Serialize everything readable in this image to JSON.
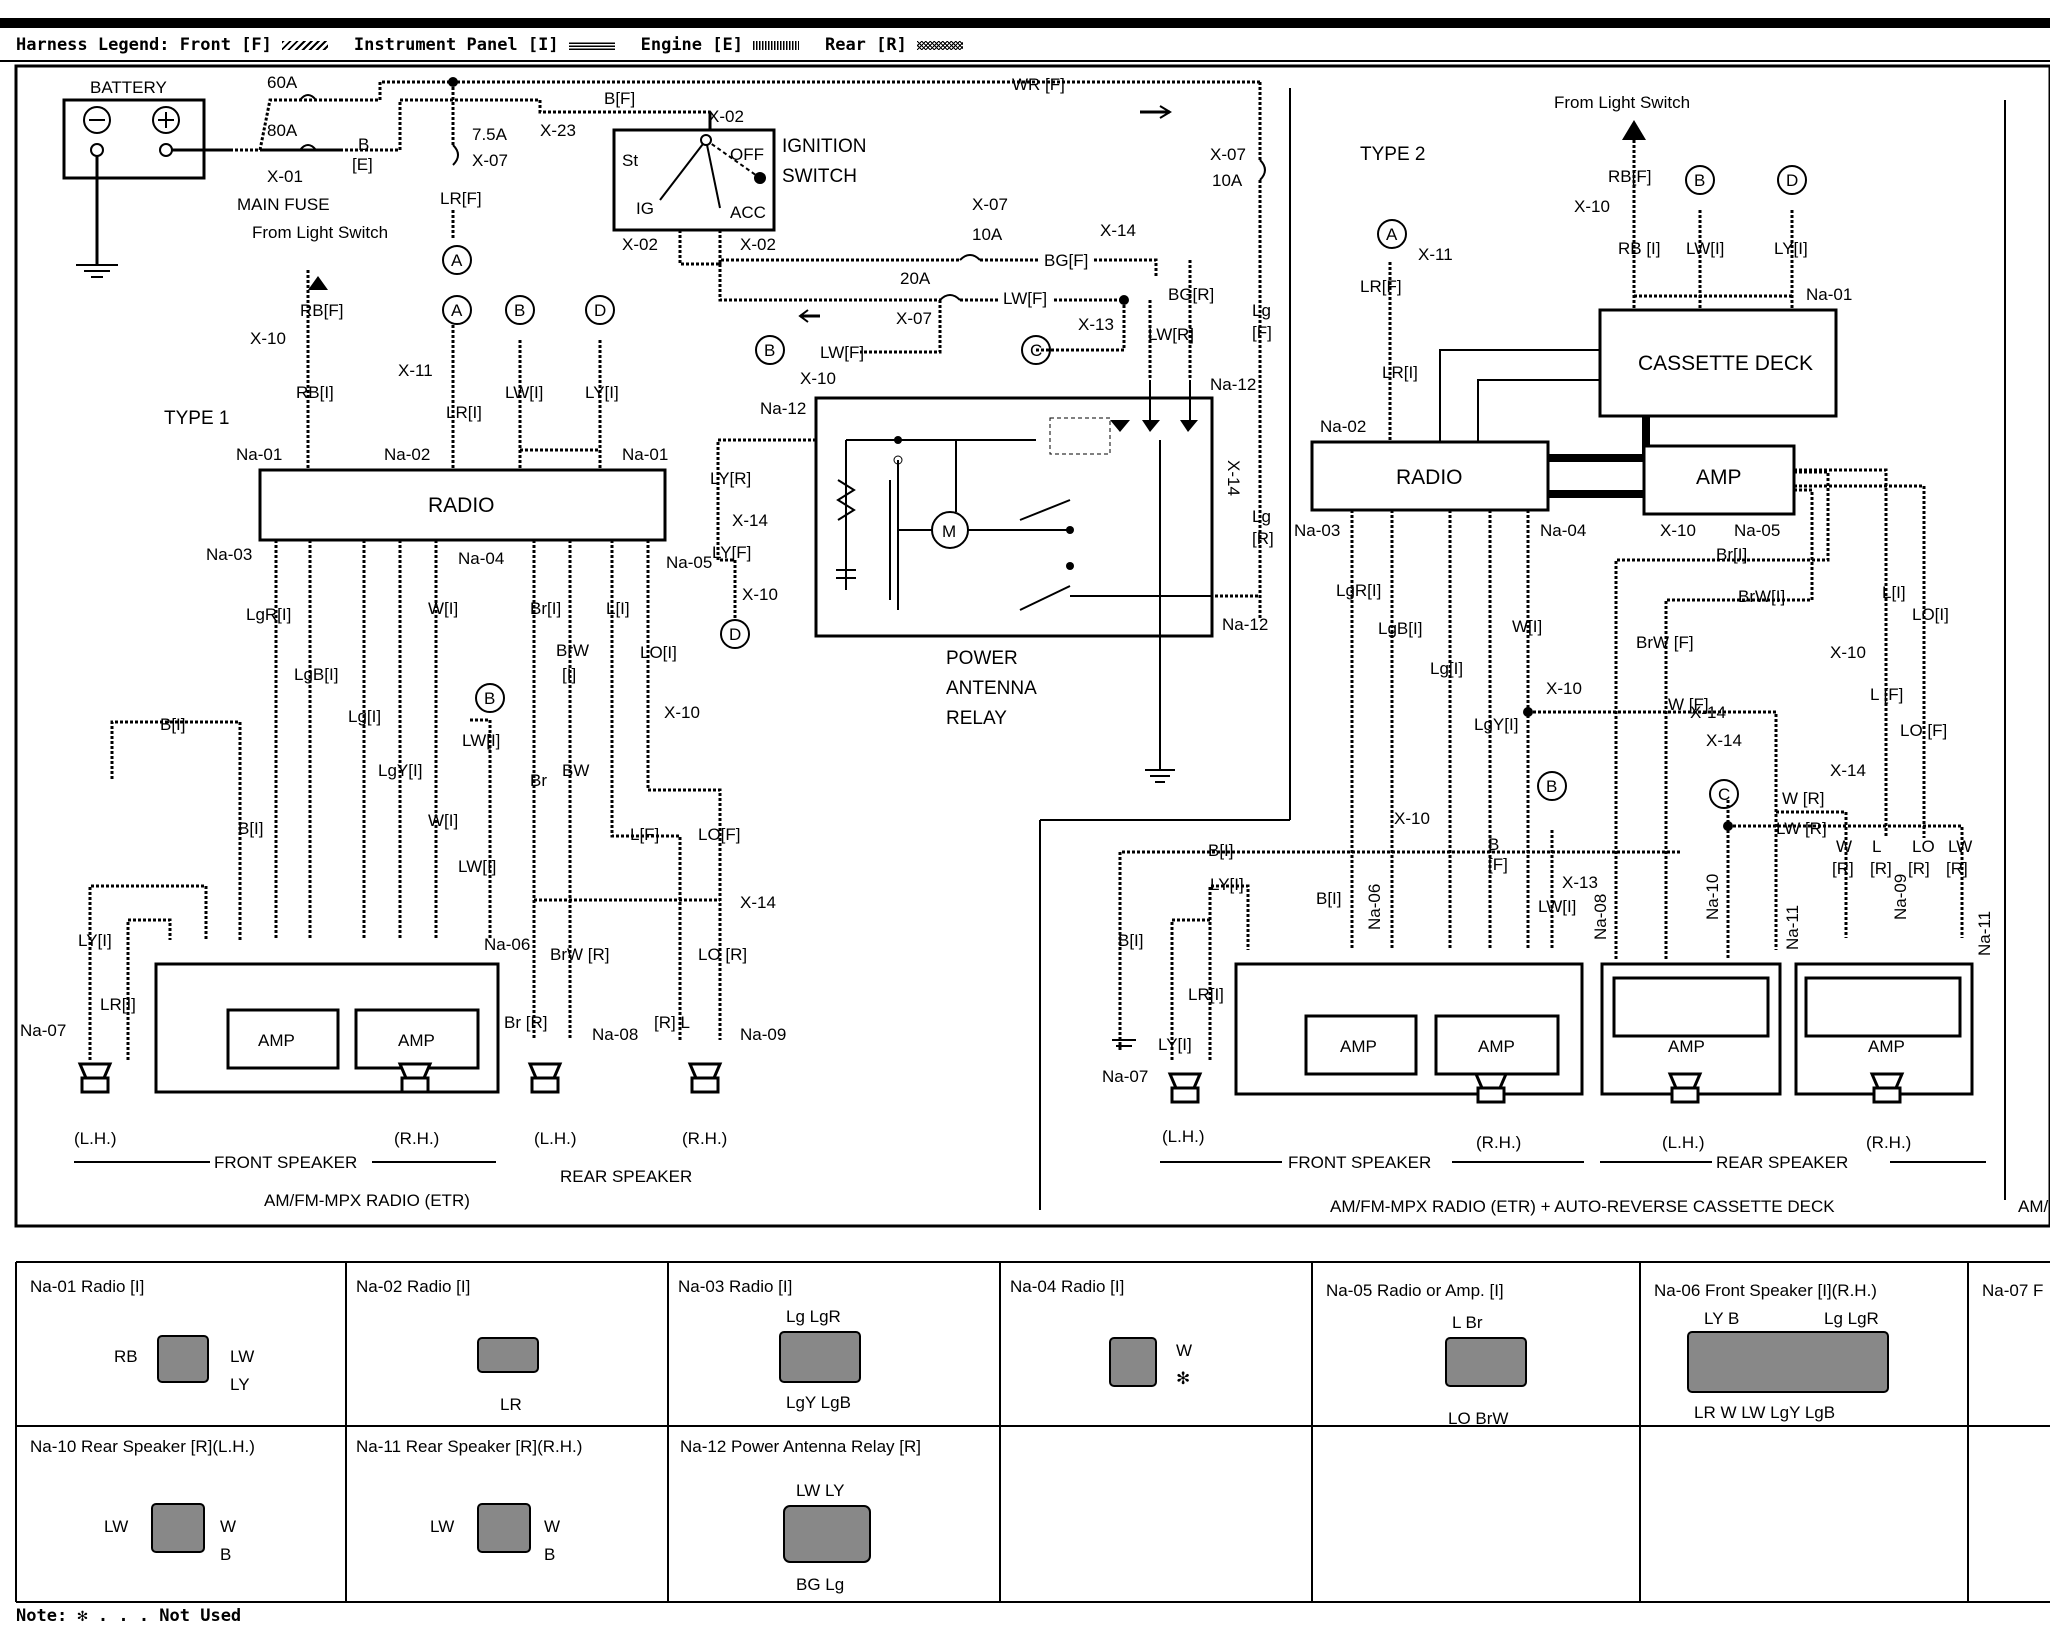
{
  "legend": {
    "prefix": "Harness Legend:",
    "front": "Front [F]",
    "instrument": "Instrument Panel [I]",
    "engine": "Engine [E]",
    "rear": "Rear [R]"
  },
  "power": {
    "battery": "BATTERY",
    "fuse_60a": "60A",
    "fuse_80a": "80A",
    "x01": "X-01",
    "main_fuse": "MAIN FUSE",
    "from_light_switch": "From Light Switch",
    "b_e": "B",
    "e_tag": "[E]",
    "fuse_75a": "7.5A",
    "x07": "X-07",
    "lr_f": "LR[F]",
    "b_f": "B[F]",
    "x23": "X-23",
    "wr_f": "WR [F]",
    "x02": "X-02",
    "ignition_switch": [
      "IGNITION",
      "SWITCH"
    ],
    "ign_st": "St",
    "ign_ig": "IG",
    "ign_off": "OFF",
    "ign_acc": "ACC",
    "fuse_10a": "10A",
    "fuse_20a": "20A",
    "bg_f": "BG[F]",
    "lw_f": "LW[F]",
    "x14": "X-14",
    "x13": "X-13",
    "bg_r": "BG[R]",
    "lw_r": "LW[R]",
    "lg": "Lg",
    "f_tag": "[F]",
    "r_tag": "[R]",
    "x10": "X-10",
    "na12": "Na-12",
    "ly_r": "LY[R]",
    "ly_f": "LY[F]",
    "relay": [
      "POWER",
      "ANTENNA",
      "RELAY"
    ],
    "motor": "M"
  },
  "type1": {
    "title": "TYPE 1",
    "radio": "RADIO",
    "rb_f": "RB[F]",
    "rb_i": "RB[I]",
    "lr_f": "LR[F]",
    "lr_i": "LR[I]",
    "lw_i": "LW[I]",
    "ly_i": "LY[I]",
    "na01": "Na-01",
    "na02": "Na-02",
    "na03": "Na-03",
    "na04": "Na-04",
    "na05": "Na-05",
    "na06": "Na-06",
    "na07": "Na-07",
    "na08": "Na-08",
    "na09": "Na-09",
    "x10": "X-10",
    "x11": "X-11",
    "x14": "X-14",
    "lgr_i": "LgR[I]",
    "lgb_i": "LgB[I]",
    "lg_i": "Lg[I]",
    "lgy_i": "LgY[I]",
    "w_i": "W[I]",
    "br_i": "Br[I]",
    "brw": "BrW",
    "i_tag": "[I]",
    "l_i": "L[I]",
    "lo_i": "LO[I]",
    "b_i": "B[I]",
    "br_f": "Br",
    "bw_f": "BW",
    "l_f": "L[F]",
    "lo_f": "LO[F]",
    "brw_r": "BrW [R]",
    "lo_r": "LO [R]",
    "br_r": "Br [R]",
    "r_l": "[R] L",
    "amp": "AMP",
    "lh": "(L.H.)",
    "rh": "(R.H.)",
    "front_speaker": "FRONT SPEAKER",
    "rear_speaker": "REAR SPEAKER",
    "caption": "AM/FM-MPX RADIO (ETR)"
  },
  "type2": {
    "title": "TYPE 2",
    "from_light_switch": "From Light Switch",
    "cassette": "CASSETTE DECK",
    "radio": "RADIO",
    "amp": "AMP",
    "rb_f": "RB[F]",
    "rb_i": "RB [I]",
    "lw_i": "LW[I]",
    "ly_i": "LY[I]",
    "lr_f": "LR[F]",
    "lr_i": "LR[I]",
    "lgr_i": "LgR[I]",
    "lgb_i": "LgB[I]",
    "lg_i": "Lg[I]",
    "lgy_i": "LgY[I]",
    "w_i": "W[I]",
    "br_i": "Br[I]",
    "brw_i": "BrW[I]",
    "brw_f": "BrW [F]",
    "w_f": "W [F]",
    "w_r": "W [R]",
    "lw_r": "LW [R]",
    "l_i": "L[I]",
    "lo_i": "LO[I]",
    "l_f": "L [F]",
    "lo_f": "LO [F]",
    "b_i": "B[I]",
    "b_f": "B",
    "x10": "X-10",
    "x11": "X-11",
    "x13": "X-13",
    "x14": "X-14",
    "na01": "Na-01",
    "na02": "Na-02",
    "na03": "Na-03",
    "na04": "Na-04",
    "na05": "Na-05",
    "na06": "Na-06",
    "na07": "Na-07",
    "na08": "Na-08",
    "na09": "Na-09",
    "na10": "Na-10",
    "na11": "Na-11",
    "lh": "(L.H.)",
    "rh": "(R.H.)",
    "front_speaker": "FRONT SPEAKER",
    "rear_speaker": "REAR SPEAKER",
    "caption": "AM/FM-MPX RADIO (ETR) + AUTO-REVERSE CASSETTE DECK",
    "wire_bot": [
      "W",
      "L",
      "LO",
      "LW"
    ],
    "r_tag": "[R]"
  },
  "refs": [
    "A",
    "B",
    "C",
    "D"
  ],
  "edge_fragment": "AM/",
  "connectors": {
    "row1": [
      {
        "title": "Na-01 Radio [I]",
        "pins": [
          "RB",
          "LW",
          "LY"
        ]
      },
      {
        "title": "Na-02 Radio [I]",
        "pins": [
          "LR"
        ]
      },
      {
        "title": "Na-03 Radio [I]",
        "pins": [
          "Lg LgR",
          "LgY LgB"
        ]
      },
      {
        "title": "Na-04 Radio [I]",
        "pins": [
          "W",
          "✻"
        ]
      },
      {
        "title": "Na-05 Radio or Amp. [I]",
        "pins": [
          "L   Br",
          "LO BrW"
        ]
      },
      {
        "title": "Na-06 Front Speaker [I](R.H.)",
        "pins": [
          "LY   B",
          "Lg  LgR",
          "LR   W   LW   LgY   LgB"
        ]
      },
      {
        "title": "Na-07 F",
        "pins": []
      }
    ],
    "row2": [
      {
        "title": "Na-10 Rear Speaker [R](L.H.)",
        "pins": [
          "LW",
          "W",
          "B"
        ]
      },
      {
        "title": "Na-11 Rear Speaker [R](R.H.)",
        "pins": [
          "LW",
          "W",
          "B"
        ]
      },
      {
        "title": "Na-12 Power Antenna Relay [R]",
        "pins": [
          "LW  LY",
          "BG   Lg"
        ]
      }
    ]
  },
  "note": "Note: ✻ . . . Not Used"
}
